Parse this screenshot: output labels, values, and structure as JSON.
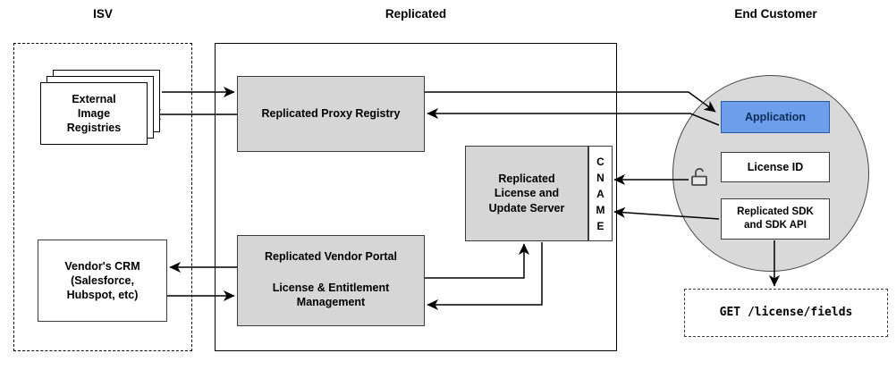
{
  "sections": {
    "isv": {
      "label": "ISV"
    },
    "replicated": {
      "label": "Replicated"
    },
    "end_customer": {
      "label": "End Customer"
    }
  },
  "nodes": {
    "external_registries": {
      "label": "External\nImage\nRegistries"
    },
    "vendor_crm": {
      "label": "Vendor's CRM\n(Salesforce,\nHubspot, etc)"
    },
    "proxy_registry": {
      "label": "Replicated Proxy Registry"
    },
    "license_update_server": {
      "label": "Replicated\nLicense and\nUpdate Server"
    },
    "cname": {
      "label": "CNAME"
    },
    "vendor_portal": {
      "title": "Replicated Vendor Portal",
      "subtitle": "License & Entitlement\nManagement"
    },
    "application": {
      "label": "Application"
    },
    "license_id": {
      "label": "License ID"
    },
    "sdk": {
      "label": "Replicated SDK\nand SDK API"
    },
    "get_license_fields": {
      "label": "GET /license/fields"
    }
  },
  "icons": {
    "unlock": "open-padlock"
  },
  "colors": {
    "node_fill": "#d6d6d6",
    "node_border": "#3c3c3c",
    "application_fill": "#6d9eeb",
    "application_border": "#2c5aa0",
    "application_text": "#0b2e59",
    "circle_fill": "#d9d9d9",
    "line": "#000000",
    "background": "#ffffff"
  }
}
